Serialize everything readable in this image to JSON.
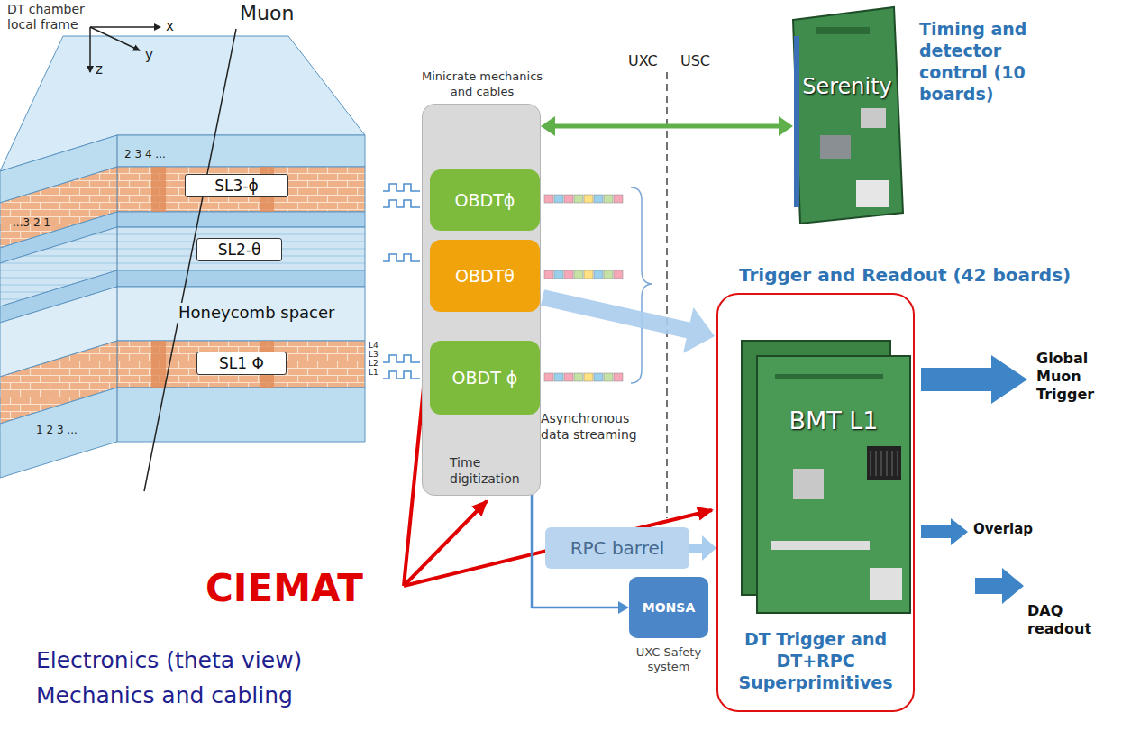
{
  "diagram": {
    "nodes": [
      {
        "text": [
          "SL3-ϕ"
        ]
      },
      {
        "text": [
          "SL2-θ"
        ]
      },
      {
        "text": [
          "SL1 Φ"
        ]
      },
      {
        "text": [
          "Minicrate mechanics and cables",
          "Time digitization"
        ]
      },
      {
        "text": [
          "OBDTϕ"
        ],
        "in": 3
      },
      {
        "text": [
          "OBDTθ"
        ],
        "in": 3
      },
      {
        "text": [
          "OBDT ϕ"
        ],
        "in": 3
      },
      {
        "text": [
          "Serenity",
          "Timing and detector control (10 boards)"
        ]
      },
      {
        "text": [
          "Trigger and Readout (42 boards)",
          "DT Trigger and DT+RPC Superprimitives"
        ]
      },
      {
        "text": [
          "BMT L1"
        ],
        "in": 8
      },
      {
        "text": [
          "RPC barrel"
        ]
      },
      {
        "text": [
          "MONSA",
          "UXC Safety system"
        ]
      }
    ],
    "edges": [
      {
        "from": 3,
        "to": 7,
        "arrow": "both"
      },
      {
        "from": 3,
        "to": 8,
        "arrow": "to"
      },
      {
        "from": 10,
        "to": 8,
        "arrow": "to"
      },
      {
        "from": 6,
        "to": 11,
        "arrow": "both"
      }
    ],
    "labels": [
      "DT chamber local frame",
      "x",
      "y",
      "z",
      "Muon",
      "2 3 4 ...",
      "...3 2 1",
      "1 2 3 ...",
      "L4",
      "L3",
      "L2",
      "L1",
      "Honeycomb spacer",
      "UXC",
      "USC",
      "Asynchronous data streaming",
      "Global Muon Trigger",
      "Overlap",
      "DAQ readout",
      "CIEMAT",
      "Electronics (theta view)",
      "Mechanics and cabling"
    ]
  }
}
